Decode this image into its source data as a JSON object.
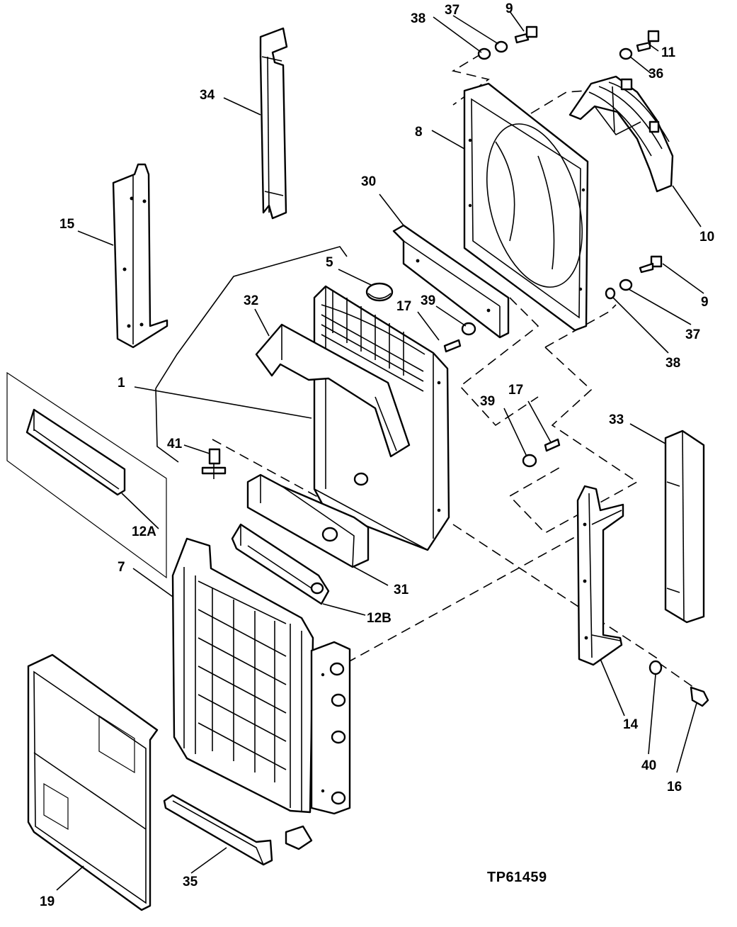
{
  "figure": {
    "reference_code": "TP61459",
    "callouts": [
      {
        "id": "c1",
        "text": "1"
      },
      {
        "id": "c5",
        "text": "5"
      },
      {
        "id": "c7",
        "text": "7"
      },
      {
        "id": "c8",
        "text": "8"
      },
      {
        "id": "c9a",
        "text": "9"
      },
      {
        "id": "c9b",
        "text": "9"
      },
      {
        "id": "c10",
        "text": "10"
      },
      {
        "id": "c11",
        "text": "11"
      },
      {
        "id": "c12a",
        "text": "12A"
      },
      {
        "id": "c12b",
        "text": "12B"
      },
      {
        "id": "c14",
        "text": "14"
      },
      {
        "id": "c15",
        "text": "15"
      },
      {
        "id": "c16",
        "text": "16"
      },
      {
        "id": "c17a",
        "text": "17"
      },
      {
        "id": "c17b",
        "text": "17"
      },
      {
        "id": "c19",
        "text": "19"
      },
      {
        "id": "c30",
        "text": "30"
      },
      {
        "id": "c31",
        "text": "31"
      },
      {
        "id": "c32",
        "text": "32"
      },
      {
        "id": "c33",
        "text": "33"
      },
      {
        "id": "c34",
        "text": "34"
      },
      {
        "id": "c35",
        "text": "35"
      },
      {
        "id": "c36",
        "text": "36"
      },
      {
        "id": "c37a",
        "text": "37"
      },
      {
        "id": "c37b",
        "text": "37"
      },
      {
        "id": "c38a",
        "text": "38"
      },
      {
        "id": "c38b",
        "text": "38"
      },
      {
        "id": "c39a",
        "text": "39"
      },
      {
        "id": "c39b",
        "text": "39"
      },
      {
        "id": "c40",
        "text": "40"
      },
      {
        "id": "c41",
        "text": "41"
      }
    ]
  }
}
